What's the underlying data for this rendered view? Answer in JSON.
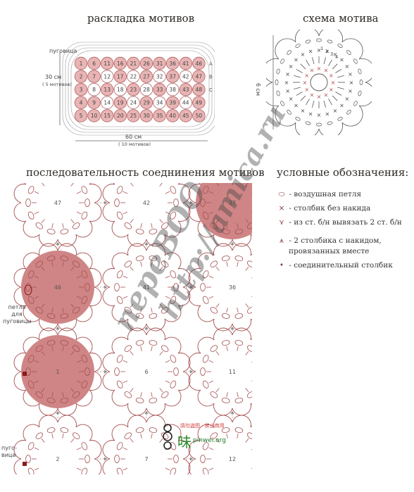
{
  "titles": {
    "layout": "раскладка мотивов",
    "scheme": "схема мотива",
    "sequence": "последовательность соеднинения мотивов",
    "legend": "условные обозначения:"
  },
  "layout_diagram": {
    "button_label": "пуговица",
    "height_label": "30 см",
    "height_sub": "( 5 мотивов)",
    "width_label": "60 см",
    "width_sub": "( 10 мотивов)",
    "rows": [
      {
        "nums": [
          "1",
          "6",
          "11",
          "16",
          "21",
          "26",
          "31",
          "36",
          "41",
          "46"
        ],
        "letter": "A"
      },
      {
        "nums": [
          "2",
          "7",
          "12",
          "17",
          "22",
          "27",
          "32",
          "37",
          "42",
          "47"
        ],
        "letter": "B"
      },
      {
        "nums": [
          "3",
          "8",
          "13",
          "18",
          "23",
          "28",
          "33",
          "38",
          "43",
          "48"
        ],
        "letter": "C"
      },
      {
        "nums": [
          "4",
          "9",
          "14",
          "19",
          "24",
          "29",
          "34",
          "39",
          "44",
          "49"
        ],
        "letter": ""
      },
      {
        "nums": [
          "5",
          "10",
          "15",
          "20",
          "25",
          "30",
          "35",
          "40",
          "45",
          "50"
        ],
        "letter": ""
      }
    ],
    "fill_colors": {
      "pink": "#e8b4b4",
      "white": "#ffffff",
      "outline": "#b06060"
    }
  },
  "motif_scheme": {
    "size_label": "6 см",
    "round_numbers": [
      "1",
      "2",
      "3",
      "4"
    ]
  },
  "legend": [
    {
      "icon": "chain-stitch-icon",
      "symbol": "⬭",
      "text": "- воздушная петля"
    },
    {
      "icon": "single-crochet-icon",
      "symbol": "×",
      "text": "- столбик без накида"
    },
    {
      "icon": "two-double-crochet-icon",
      "symbol": "⋎",
      "text": "- из ст. б/н вывязать 2 ст. б/н"
    },
    {
      "icon": "double-crochet-together-icon",
      "symbol": "⩚",
      "text": "- 2 столбика с накидом,"
    },
    {
      "icon": "",
      "symbol": "",
      "text": "провязанных вместе"
    },
    {
      "icon": "slip-stitch-icon",
      "symbol": "•",
      "text": "- соединительный столбик"
    }
  ],
  "sequence_diagram": {
    "motifs": [
      {
        "num": "47",
        "filled": false
      },
      {
        "num": "42",
        "filled": false
      },
      {
        "num": "37",
        "filled": true
      },
      {
        "num": "46",
        "filled": true
      },
      {
        "num": "41",
        "filled": false
      },
      {
        "num": "36",
        "filled": false
      },
      {
        "num": "1",
        "filled": true
      },
      {
        "num": "6",
        "filled": false
      },
      {
        "num": "11",
        "filled": false
      },
      {
        "num": "2",
        "filled": false
      },
      {
        "num": "7",
        "filled": false
      },
      {
        "num": "12",
        "filled": false
      }
    ],
    "loop_label": [
      "петля",
      "для",
      "пуговицы"
    ],
    "button_label": [
      "пуго-",
      "вица"
    ],
    "stamp_text": "請勿盗图 · 禁止商用",
    "site": "pinwei.org",
    "colors": {
      "fill": "#cf8585",
      "stitch": "#a55050",
      "arrow": "#888888"
    }
  },
  "watermark": {
    "line1": "переВОО",
    "line2": "http://amica.ru"
  }
}
